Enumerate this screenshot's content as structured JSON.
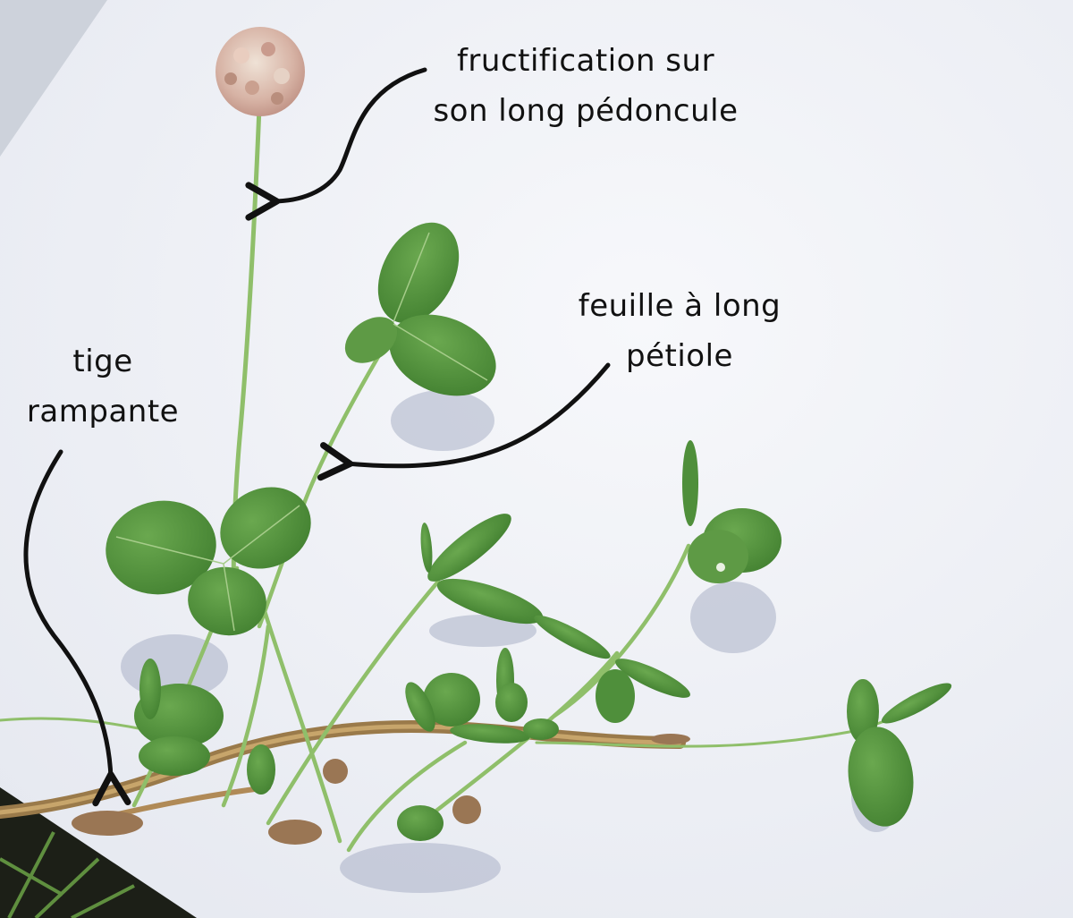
{
  "annotations": {
    "fructification": {
      "line1": "fructification sur",
      "line2": "son long pédoncule"
    },
    "feuille": {
      "line1": "feuille à long",
      "line2": "pétiole"
    },
    "tige": {
      "line1": "tige",
      "line2": "rampante"
    }
  },
  "colors": {
    "background_paper": "#f4f5f9",
    "leaf_green": "#4f8f3b",
    "stem_green": "#8fbf6a",
    "flower_head": "#d9b7ac",
    "arrow": "#111111",
    "text": "#111111"
  }
}
